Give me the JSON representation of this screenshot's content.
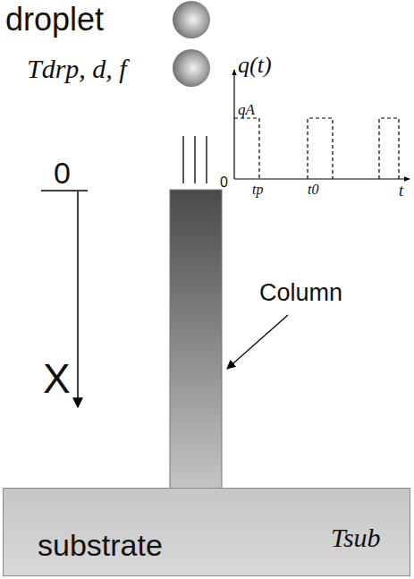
{
  "diagram": {
    "nodes": [
      {
        "text": [
          "substrate",
          "Tsub"
        ]
      }
    ],
    "labels": [
      "droplet",
      "Tdrp, d, f",
      "q(t)",
      "qA",
      "0",
      "tp",
      "t0",
      "t",
      "0",
      "X",
      "Column"
    ]
  }
}
